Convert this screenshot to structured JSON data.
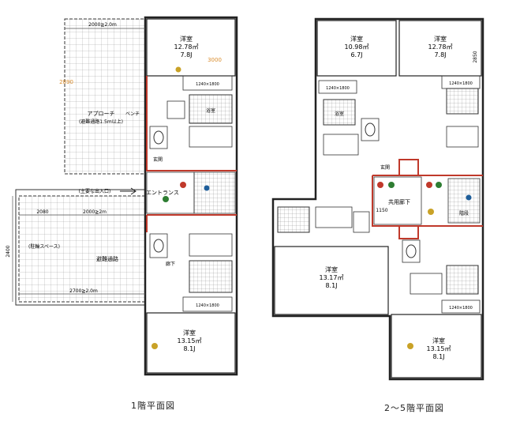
{
  "plan1": {
    "caption": "1階平面図",
    "room_north": {
      "name": "洋室",
      "area": "12.78㎡",
      "tatami": "7.8J"
    },
    "room_south": {
      "name": "洋室",
      "area": "13.15㎡",
      "tatami": "8.1J"
    },
    "dim_top": "2000≧2.0m",
    "dim_mid_left": "2080",
    "dim_mid": "2000≧2m",
    "dim_bottom": "2700≧2.0m",
    "dim_side_left": "2400",
    "dim_accent_1": "3000",
    "dim_accent_2": "2890",
    "approach": "アプローチ",
    "approach_sub": "(避難通路1.5m以上)",
    "main_entrance": "(主要な出入口)",
    "entrance": "エントランス",
    "bicycle": "(駐輪スペース)",
    "evac": "避難通路",
    "bench": "ベンチ",
    "closet_dim_1": "1240×1800",
    "closet_dim_2": "1240×1800",
    "bath_label": "浴室",
    "corridor_label": "廊下",
    "genkan": "玄関"
  },
  "plan2": {
    "caption": "2～5階平面図",
    "room_nw": {
      "name": "洋室",
      "area": "10.98㎡",
      "tatami": "6.7J"
    },
    "room_ne": {
      "name": "洋室",
      "area": "12.78㎡",
      "tatami": "7.8J"
    },
    "room_mid": {
      "name": "洋室",
      "area": "13.17㎡",
      "tatami": "8.1J"
    },
    "room_se": {
      "name": "洋室",
      "area": "13.15㎡",
      "tatami": "8.1J"
    },
    "common_hall": "共用廊下",
    "dim_hall": "1150",
    "closet_dim_1": "1240×1800",
    "closet_dim_2": "1240×1800",
    "closet_dim_3": "1240×1800",
    "genkan": "玄関",
    "bath_label": "浴室",
    "stair_label": "階段",
    "dim_side": "2850"
  },
  "colors": {
    "wall": "#222222",
    "accent": "#c0392b",
    "grid": "#888888",
    "dim": "#555555",
    "orange": "#d98b2b"
  }
}
